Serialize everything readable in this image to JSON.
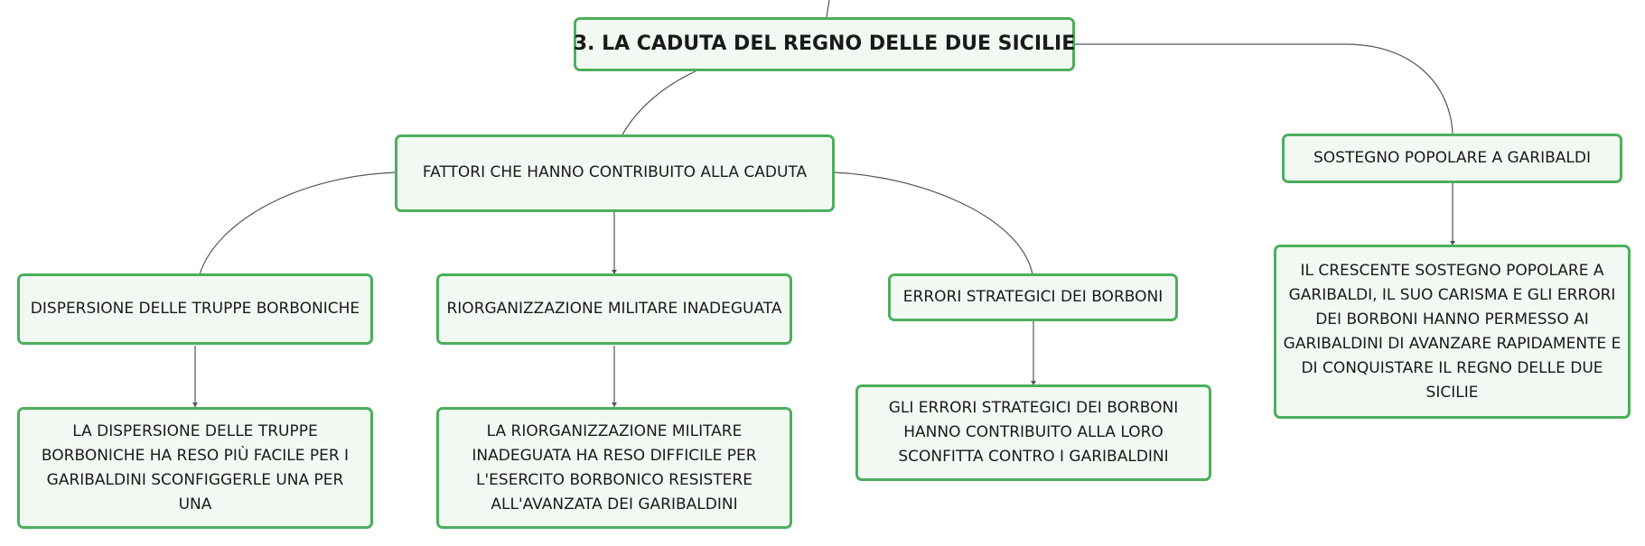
{
  "root": {
    "label": "3. LA CADUTA DEL REGNO DELLE DUE SICILIE"
  },
  "factors": {
    "label": "FATTORI CHE HANNO CONTRIBUITO ALLA CADUTA",
    "children": [
      {
        "label": "DISPERSIONE DELLE TRUPPE BORBONICHE",
        "detail": "LA DISPERSIONE DELLE TRUPPE BORBONICHE HA RESO PIÙ FACILE PER I GARIBALDINI SCONFIGGERLE UNA PER UNA"
      },
      {
        "label": "RIORGANIZZAZIONE MILITARE INADEGUATA",
        "detail": "LA RIORGANIZZAZIONE MILITARE INADEGUATA HA RESO DIFFICILE PER L'ESERCITO BORBONICO RESISTERE ALL'AVANZATA DEI GARIBALDINI"
      },
      {
        "label": "ERRORI STRATEGICI DEI BORBONI",
        "detail": "GLI ERRORI STRATEGICI DEI BORBONI HANNO CONTRIBUITO ALLA LORO SCONFITTA CONTRO I GARIBALDINI"
      }
    ]
  },
  "support": {
    "label": "SOSTEGNO POPOLARE A GARIBALDI",
    "detail": "IL CRESCENTE SOSTEGNO POPOLARE A GARIBALDI, IL SUO CARISMA E GLI ERRORI DEI BORBONI HANNO PERMESSO AI GARIBALDINI DI AVANZARE RAPIDAMENTE E DI CONQUISTARE IL REGNO DELLE DUE SICILIE"
  },
  "colors": {
    "node_border": "#4caf5c",
    "node_fill": "#f2f9f3",
    "link": "#555555"
  }
}
